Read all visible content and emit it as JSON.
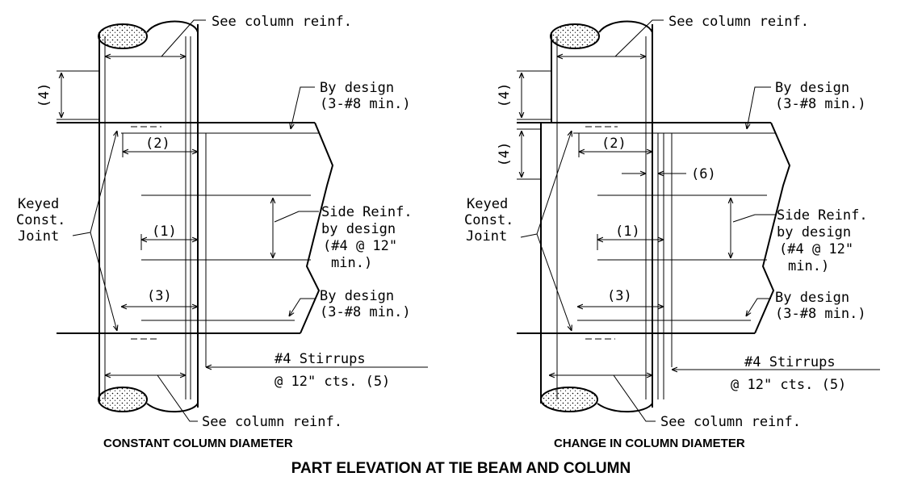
{
  "main_title": "PART ELEVATION AT TIE BEAM AND COLUMN",
  "details": [
    {
      "caption": "CONSTANT COLUMN DIAMETER",
      "labels": {
        "col_top": "See column reinf.",
        "col_bot": "See column reinf.",
        "by_design_top_1": "By design",
        "by_design_top_2": "(3-#8 min.)",
        "by_design_bot_1": "By design",
        "by_design_bot_2": "(3-#8 min.)",
        "side_1": "Side Reinf.",
        "side_2": "by design",
        "side_3": "(#4 @ 12\"",
        "side_4": "min.)",
        "stirrups_1": "#4 Stirrups",
        "stirrups_2": "@ 12\" cts. (5)",
        "keyed_1": "Keyed",
        "keyed_2": "Const.",
        "keyed_3": "Joint",
        "n1": "(1)",
        "n2": "(2)",
        "n3": "(3)",
        "n4": "(4)"
      }
    },
    {
      "caption": "CHANGE IN COLUMN DIAMETER",
      "labels": {
        "col_top": "See column reinf.",
        "col_bot": "See column reinf.",
        "by_design_top_1": "By design",
        "by_design_top_2": "(3-#8 min.)",
        "by_design_bot_1": "By design",
        "by_design_bot_2": "(3-#8 min.)",
        "side_1": "Side Reinf.",
        "side_2": "by design",
        "side_3": "(#4 @ 12\"",
        "side_4": "min.)",
        "stirrups_1": "#4 Stirrups",
        "stirrups_2": "@ 12\" cts. (5)",
        "keyed_1": "Keyed",
        "keyed_2": "Const.",
        "keyed_3": "Joint",
        "n1": "(1)",
        "n2": "(2)",
        "n3": "(3)",
        "n4a": "(4)",
        "n4b": "(4)",
        "n6": "(6)"
      }
    }
  ]
}
